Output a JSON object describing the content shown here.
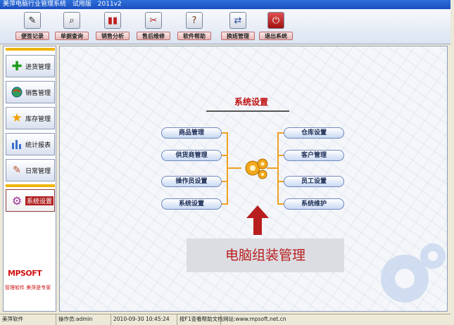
{
  "window": {
    "app_name": "美萍电脑行业管理系统",
    "edition": "试用版",
    "version": "2011v2"
  },
  "toolbar": [
    {
      "label": "便签记录",
      "icon": "notepad-icon"
    },
    {
      "label": "单据查询",
      "icon": "magnifier-icon"
    },
    {
      "label": "销售分析",
      "icon": "bar-chart-icon"
    },
    {
      "label": "售后维修",
      "icon": "wrench-icon"
    },
    {
      "label": "软件帮助",
      "icon": "help-book-icon"
    },
    {
      "label": "换班管理",
      "icon": "shift-change-icon"
    },
    {
      "label": "退出系统",
      "icon": "power-icon"
    }
  ],
  "sidebar": {
    "items": [
      {
        "label": "进货管理",
        "icon": "green-plus-icon"
      },
      {
        "label": "销售管理",
        "icon": "globe-icon"
      },
      {
        "label": "库存管理",
        "icon": "star-icon"
      },
      {
        "label": "统计报表",
        "icon": "bar-chart-icon"
      },
      {
        "label": "日常管理",
        "icon": "brush-icon"
      },
      {
        "label": "系统设置",
        "icon": "gear-icon",
        "active": true
      }
    ],
    "logo_main": "MPSOFT",
    "slogan": "管理软件 美萍是专家"
  },
  "main": {
    "section_title": "系统设置",
    "left_buttons": [
      "商品管理",
      "供货商管理",
      "操作员设置",
      "系统设置"
    ],
    "right_buttons": [
      "仓库设置",
      "客户管理",
      "员工设置",
      "系统维护"
    ],
    "banner": "电脑组装管理",
    "colors": {
      "accent": "#c01010",
      "tree_line": "#f0a020",
      "arrow": "#b81e1e"
    }
  },
  "statusbar": {
    "company": "美萍软件",
    "operator_label": "操作员:",
    "operator": "admin",
    "datetime": "2010-09-30 10:45:24",
    "help_hint": "按F1查看帮助文档",
    "website_label": "网站:",
    "website": "www.mpsoft.net.cn"
  }
}
